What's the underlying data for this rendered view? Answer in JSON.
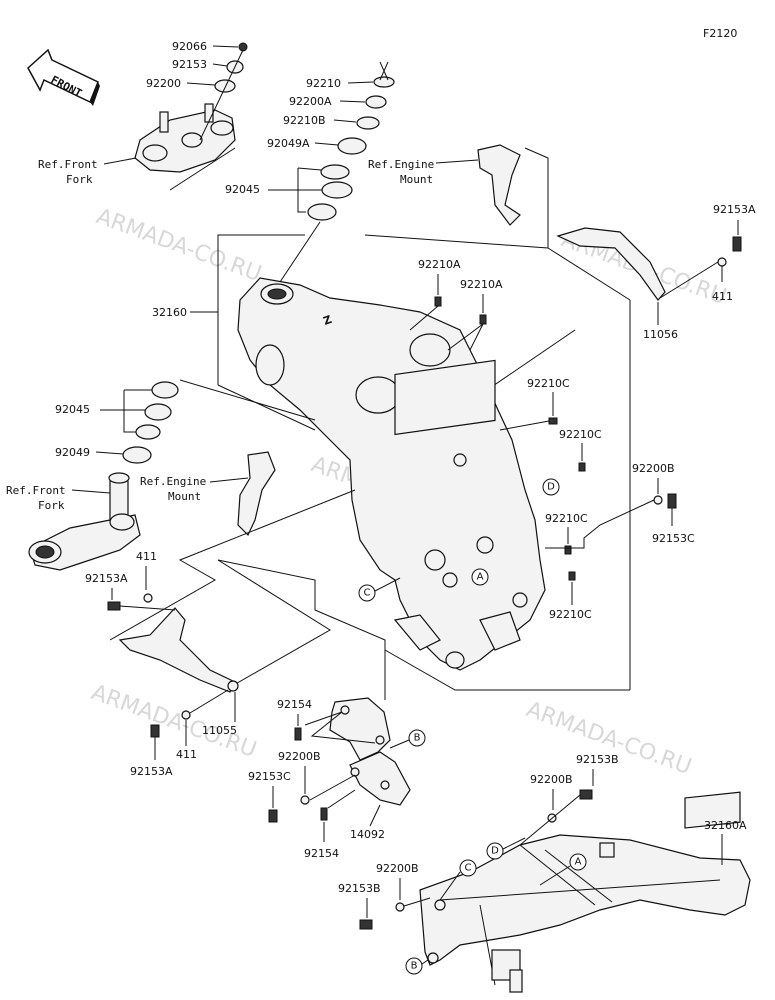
{
  "figure_code": "F2120",
  "front_label": "FRONT",
  "watermark": "ARMADA-CO.RU",
  "refs": {
    "front_fork_top_line1": "Ref.Front",
    "front_fork_top_line2": "Fork",
    "engine_mount_top_line1": "Ref.Engine",
    "engine_mount_top_line2": "Mount",
    "front_fork_left_line1": "Ref.Front",
    "front_fork_left_line2": "Fork",
    "engine_mount_left_line1": "Ref.Engine",
    "engine_mount_left_line2": "Mount"
  },
  "parts": {
    "p92066": "92066",
    "p92153_top": "92153",
    "p92200_top": "92200",
    "p92210": "92210",
    "p92200A_top": "92200A",
    "p92210B": "92210B",
    "p92049A": "92049A",
    "p92045_top": "92045",
    "p92153A_right": "92153A",
    "p411_right": "411",
    "p11056": "11056",
    "p32160": "32160",
    "p92210A_1": "92210A",
    "p92210A_2": "92210A",
    "p92045_left": "92045",
    "p92049": "92049",
    "p92210C_1": "92210C",
    "p92210C_2": "92210C",
    "p92210C_3": "92210C",
    "p92210C_4": "92210C",
    "p92200B_right": "92200B",
    "p92153C_right": "92153C",
    "p411_left": "411",
    "p92153A_left": "92153A",
    "p11055": "11055",
    "p411_bottom": "411",
    "p92153A_bottom": "92153A",
    "p92154_top": "92154",
    "p92200B_mid": "92200B",
    "p92153C_mid": "92153C",
    "p14092": "14092",
    "p92154_bottom": "92154",
    "p92153B_right": "92153B",
    "p92200B_low": "92200B",
    "p32160A": "32160A",
    "p92200B_bottom": "92200B",
    "p92153B_bottom": "92153B"
  },
  "callouts": {
    "A": "A",
    "B": "B",
    "C": "C",
    "D": "D"
  }
}
